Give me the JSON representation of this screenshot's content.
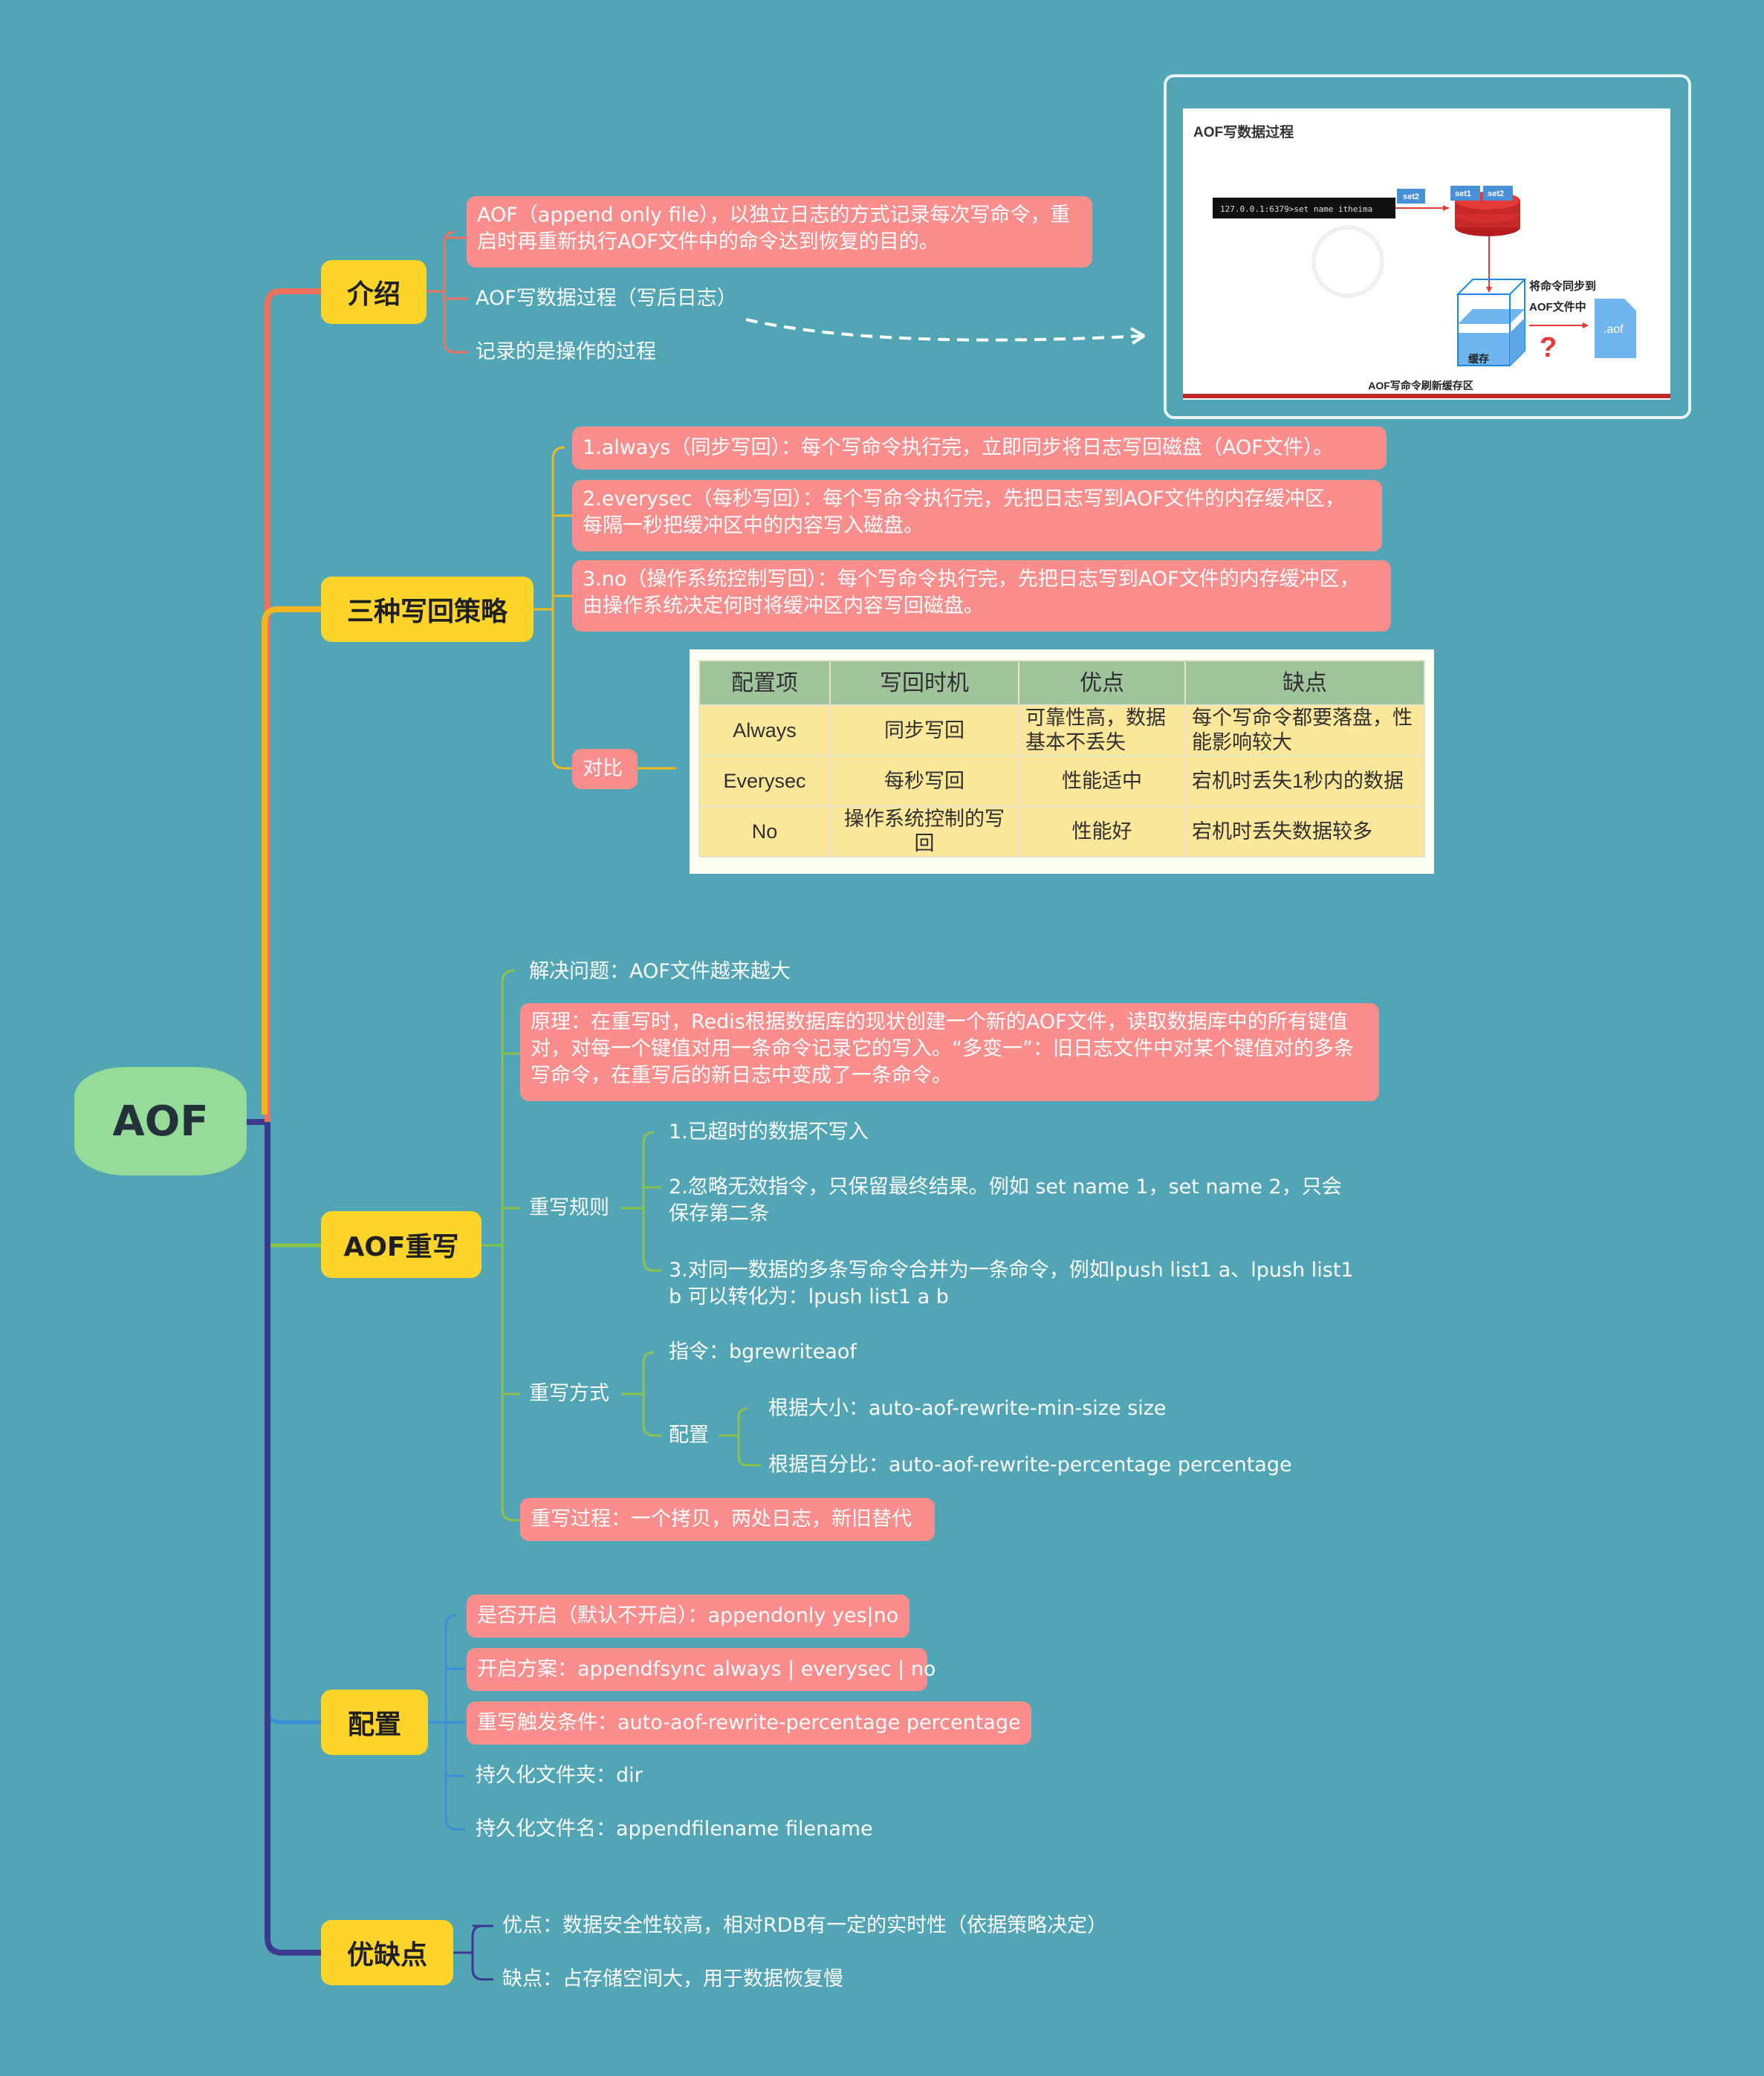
{
  "root": {
    "label": "AOF"
  },
  "branches": {
    "intro": {
      "label": "介绍",
      "items": [
        "AOF（append only file），以独立日志的方式记录每次写命令，重启时再重新执行AOF文件中的命令达到恢复的目的。",
        "AOF写数据过程（写后日志）",
        "记录的是操作的过程"
      ]
    },
    "strategies": {
      "label": "三种写回策略",
      "items": [
        "1.always（同步写回）：每个写命令执行完，立即同步将日志写回磁盘（AOF文件）。",
        "2.everysec（每秒写回）：每个写命令执行完，先把日志写到AOF文件的内存缓冲区，每隔一秒把缓冲区中的内容写入磁盘。",
        "3.no（操作系统控制写回）：每个写命令执行完，先把日志写到AOF文件的内存缓冲区，由操作系统决定何时将缓冲区内容写回磁盘。"
      ],
      "compare_label": "对比",
      "table": {
        "headers": [
          "配置项",
          "写回时机",
          "优点",
          "缺点"
        ],
        "rows": [
          [
            "Always",
            "同步写回",
            "可靠性高，数据基本不丢失",
            "每个写命令都要落盘，性能影响较大"
          ],
          [
            "Everysec",
            "每秒写回",
            "性能适中",
            "宕机时丢失1秒内的数据"
          ],
          [
            "No",
            "操作系统控制的写回",
            "性能好",
            "宕机时丢失数据较多"
          ]
        ]
      }
    },
    "rewrite": {
      "label": "AOF重写",
      "problem": "解决问题：AOF文件越来越大",
      "principle": "原理：在重写时，Redis根据数据库的现状创建一个新的AOF文件，读取数据库中的所有键值对，对每一个键值对用一条命令记录它的写入。“多变一”：旧日志文件中对某个键值对的多条写命令，在重写后的新日志中变成了一条命令。",
      "rules_label": "重写规则",
      "rules": [
        "1.已超时的数据不写入",
        "2.忽略无效指令，只保留最终结果。例如 set name 1，set name 2，只会保存第二条",
        "3.对同一数据的多条写命令合并为一条命令，例如lpush list1 a、lpush list1 b 可以转化为：lpush list1 a b"
      ],
      "method_label": "重写方式",
      "command": "指令：bgrewriteaof",
      "config_label": "配置",
      "config_items": [
        "根据大小：auto-aof-rewrite-min-size size",
        "根据百分比：auto-aof-rewrite-percentage percentage"
      ],
      "process": "重写过程：一个拷贝，两处日志，新旧替代"
    },
    "config": {
      "label": "配置",
      "items": [
        "是否开启（默认不开启）：appendonly yes|no",
        "开启方案：appendfsync  always | everysec | no",
        "重写触发条件：auto-aof-rewrite-percentage percentage",
        "持久化文件夹：dir",
        "持久化文件名：appendfilename filename"
      ]
    },
    "pros_cons": {
      "label": "优缺点",
      "items": [
        "优点：数据安全性较高，相对RDB有一定的实时性（依据策略决定）",
        "缺点：占存储空间大，用于数据恢复慢"
      ]
    }
  },
  "figure": {
    "title": "AOF写数据过程",
    "terminal": "127.0.0.1:6379>set name itheima",
    "cmd_tag": "set2",
    "server_tags": [
      "set1",
      "set2"
    ],
    "sync_note_line1": "将命令同步到",
    "sync_note_line2": "AOF文件中",
    "file_label": ".aof",
    "buffer_label": "缓存",
    "question": "?",
    "caption": "AOF写命令刷新缓存区"
  },
  "colors": {
    "background": "#52a5b5",
    "branch_fill": "#fcd42a",
    "root_fill": "#94dc98",
    "highlight": "#fb8d8d",
    "line_intro": "#f0715f",
    "line_strategies": "#f3b61f",
    "line_rewrite": "#8bc34a",
    "line_config": "#3a8fd6",
    "line_proscons": "#3c3a8e"
  }
}
